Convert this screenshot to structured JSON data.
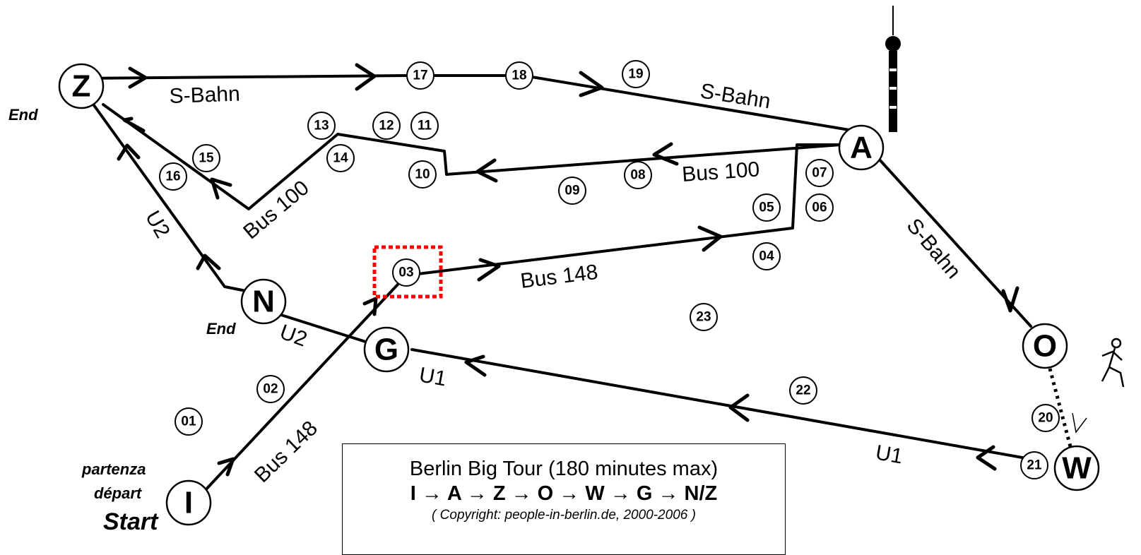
{
  "title": "Berlin Big Tour (180 minutes max)",
  "route": "I → A → Z → O → W → G → N/Z",
  "copyright": "( Copyright: people-in-berlin.de, 2000-2006 )",
  "start_labels": {
    "partenza": "partenza",
    "depart": "départ",
    "start": "Start"
  },
  "end_label": "End",
  "nodes": {
    "Z": "Z",
    "A": "A",
    "N": "N",
    "G": "G",
    "O": "O",
    "W": "W",
    "I": "I"
  },
  "stops": [
    "01",
    "02",
    "03",
    "04",
    "05",
    "06",
    "07",
    "08",
    "09",
    "10",
    "11",
    "12",
    "13",
    "14",
    "15",
    "16",
    "17",
    "18",
    "19",
    "20",
    "21",
    "22",
    "23"
  ],
  "line_labels": {
    "sbahn": "S-Bahn",
    "bus100": "Bus 100",
    "bus148": "Bus 148",
    "u1": "U1",
    "u2": "U2"
  },
  "colors": {
    "line": "#000000",
    "highlight": "#ff0000"
  },
  "icons": [
    "tv-tower-icon",
    "walking-person-icon"
  ]
}
